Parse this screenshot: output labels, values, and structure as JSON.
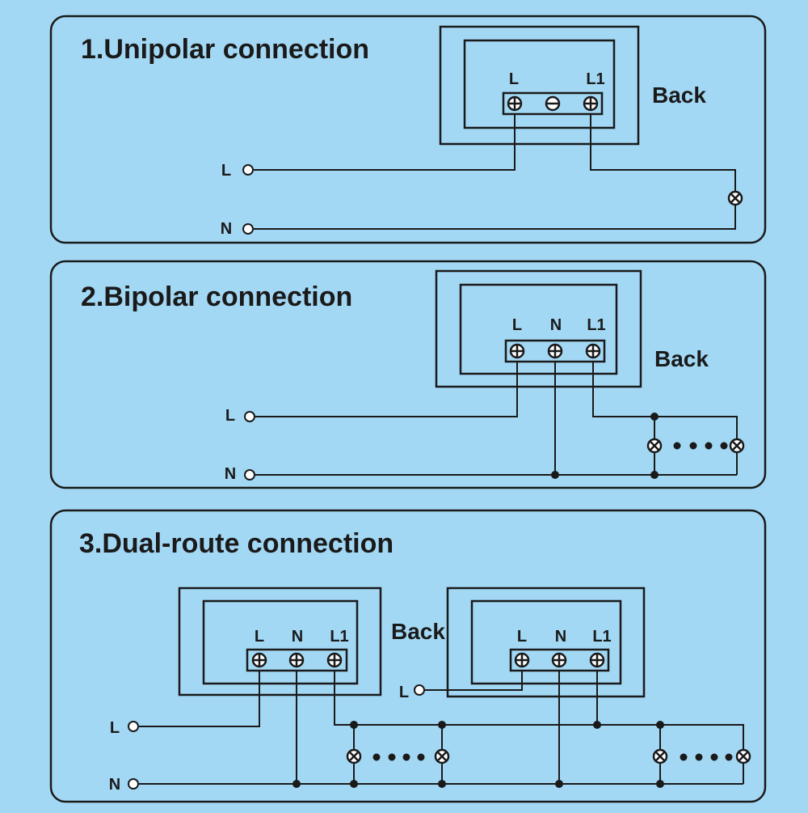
{
  "colors": {
    "background": "#a3d8f5",
    "ink": "#1a1a1a"
  },
  "sections": [
    {
      "title": "1.Unipolar connection",
      "back_label": "Back",
      "terminals": [
        "L",
        "L1"
      ],
      "inputs": [
        "L",
        "N"
      ]
    },
    {
      "title": "2.Bipolar connection",
      "back_label": "Back",
      "terminals": [
        "L",
        "N",
        "L1"
      ],
      "inputs": [
        "L",
        "N"
      ]
    },
    {
      "title": "3.Dual-route connection",
      "back_label": "Back",
      "terminals_left": [
        "L",
        "N",
        "L1"
      ],
      "terminals_right": [
        "L",
        "N",
        "L1"
      ],
      "inputs": [
        "L",
        "N"
      ],
      "input_right": "L"
    }
  ],
  "icons": {
    "terminal": "screw-terminal-icon",
    "neutral_terminal": "minus-terminal-icon",
    "lamp": "lamp-icon",
    "junction": "junction-dot-icon",
    "input": "open-terminal-icon"
  }
}
